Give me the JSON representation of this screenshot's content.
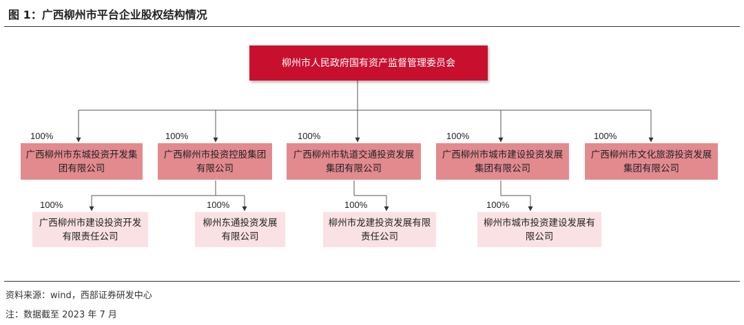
{
  "figure": {
    "title": "图 1：广西柳州市平台企业股权结构情况"
  },
  "root": {
    "label": "柳州市人民政府国有资产监督管理委员会"
  },
  "level1": [
    {
      "label": "广西柳州市东城投资开发集团有限公司",
      "pct": "100%"
    },
    {
      "label": "广西柳州市投资控股集团有限公司",
      "pct": "100%"
    },
    {
      "label": "广西柳州市轨道交通投资发展集团有限公司",
      "pct": "100%"
    },
    {
      "label": "广西柳州市城市建设投资发展集团有限公司",
      "pct": "100%"
    },
    {
      "label": "广西柳州市文化旅游投资发展集团有限公司",
      "pct": "100%"
    }
  ],
  "level2": [
    {
      "label": "广西柳州市建设投资开发有限责任公司",
      "pct": "100%"
    },
    {
      "label": "柳州东通投资发展有限公司",
      "pct": "100%"
    },
    {
      "label": "柳州市龙建投资发展有限责任公司",
      "pct": "100%"
    },
    {
      "label": "柳州市城市投资建设发展有限公司",
      "pct": "100%"
    }
  ],
  "footer": {
    "source": "资料来源：wind，西部证券研发中心",
    "note": "注：数据截至 2023 年 7 月"
  },
  "colors": {
    "root_fill": "#c8102e",
    "level1_fill": "#e38a8f",
    "level2_fill": "#fae1e3",
    "line": "#555555"
  }
}
